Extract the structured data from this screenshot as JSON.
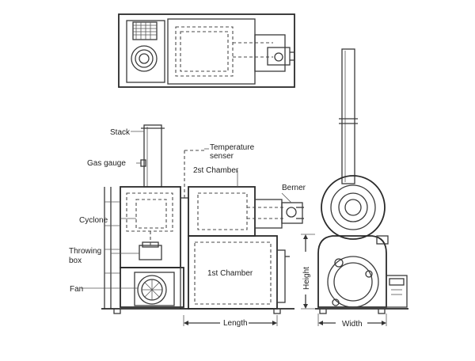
{
  "labels": {
    "stack": "Stack",
    "gas_gauge": "Gas gauge",
    "temperature_sensor_1": "Temperature",
    "temperature_sensor_2": "senser",
    "second_chamber": "2st Chamber",
    "burner": "Berner",
    "cyclone": "Cyclone",
    "throwing_box_1": "Throwing",
    "throwing_box_2": "box",
    "first_chamber": "1st Chamber",
    "fan": "Fan",
    "length": "Length",
    "height": "Height",
    "width": "Width"
  }
}
